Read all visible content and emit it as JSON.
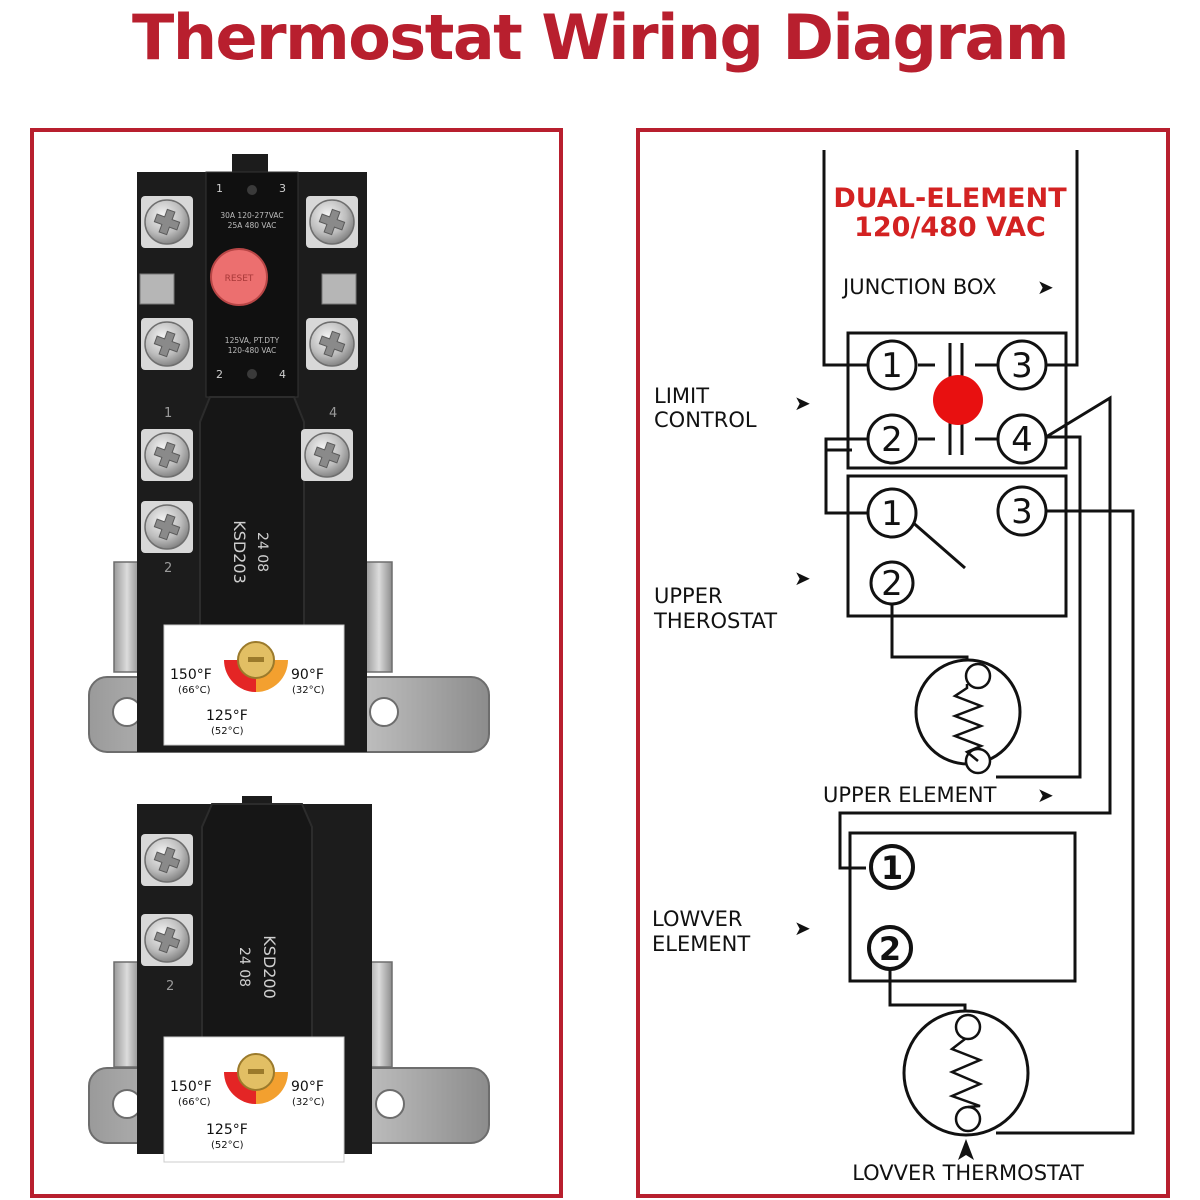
{
  "title": "Thermostat Wiring Diagram",
  "upper_thermostat": {
    "model": "KSD203",
    "code": "24 08",
    "terminal_labels": [
      "1",
      "3",
      "2",
      "4",
      "1",
      "4",
      "2"
    ],
    "rating_top": [
      "30A 120-277VAC",
      "25A 480 VAC"
    ],
    "rating_bottom": [
      "125VA, PT.DTY",
      "120-480 VAC"
    ],
    "reset_label": "RESET",
    "dial": {
      "low": "90°F",
      "low_c": "(32°C)",
      "mid": "125°F",
      "mid_c": "(52°C)",
      "high": "150°F",
      "high_c": "(66°C)"
    }
  },
  "lower_thermostat": {
    "model": "KSD200",
    "code": "24 08",
    "terminal_labels": [
      "2"
    ],
    "dial": {
      "low": "90°F",
      "low_c": "(32°C)",
      "mid": "125°F",
      "mid_c": "(52°C)",
      "high": "150°F",
      "high_c": "(66°C)"
    }
  },
  "wiring": {
    "heading_line1": "DUAL-ELEMENT",
    "heading_line2": "120/480 VAC",
    "junction_box": "JUNCTION BOX",
    "limit_control": [
      "LIMIT",
      "CONTROL"
    ],
    "upper_thermostat": [
      "UPPER",
      "THEROSTAT"
    ],
    "upper_element": "UPPER ELEMENT",
    "lower_element": [
      "LOWVER",
      "ELEMENT"
    ],
    "lower_thermostat": "LOVVER THERMOSTAT",
    "limit_terminals": [
      "1",
      "3",
      "2",
      "4"
    ],
    "upper_terminals": [
      "1",
      "3",
      "2"
    ],
    "lower_terminals": [
      "1",
      "2"
    ],
    "arrow_glyph": "➤",
    "colors": {
      "accent": "#b81f2e",
      "reset_dot": "#e81010",
      "line": "#111111"
    }
  }
}
